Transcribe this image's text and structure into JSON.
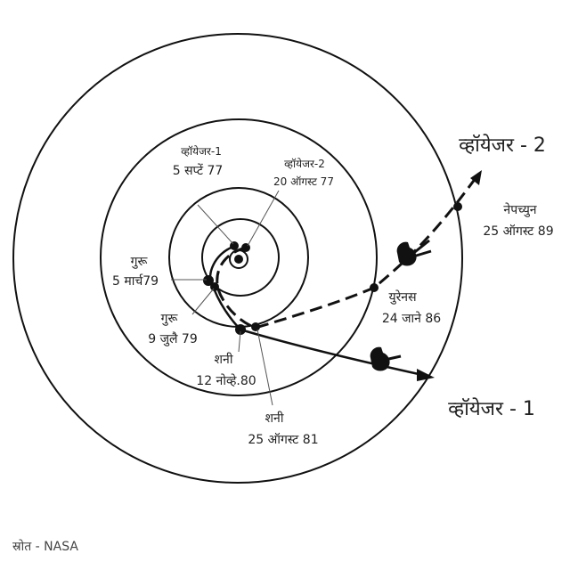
{
  "diagram": {
    "title_v2": "व्हॉयेजर - 2",
    "title_v1": "व्हॉयेजर - 1",
    "labels": {
      "v1_launch_name": "व्हॉयेजर-1",
      "v1_launch_date": "5 सप्टें 77",
      "v2_launch_name": "व्हॉयेजर-2",
      "v2_launch_date": "20 ऑगस्ट 77",
      "jupiter1_name": "गुरू",
      "jupiter1_date": "5 मार्च79",
      "jupiter2_name": "गुरू",
      "jupiter2_date": "9 जुलै 79",
      "saturn1_name": "शनी",
      "saturn1_date": "12 नोव्हे.80",
      "saturn2_name": "शनी",
      "saturn2_date": "25 ऑगस्ट 81",
      "uranus_name": "युरेनस",
      "uranus_date": "24 जाने 86",
      "neptune_name": "नेपच्युन",
      "neptune_date": "25 ऑगस्ट 89"
    },
    "orbits": [
      {
        "name": "earth-orbit",
        "r": 43
      },
      {
        "name": "jupiter-orbit",
        "r": 78
      },
      {
        "name": "saturn-orbit",
        "r": 155
      },
      {
        "name": "uranus-neptune-orbit",
        "r": 252
      }
    ],
    "colors": {
      "line": "#111111",
      "text": "#222222",
      "background": "#ffffff"
    }
  },
  "footer": {
    "source": "स्रोत - NASA"
  }
}
